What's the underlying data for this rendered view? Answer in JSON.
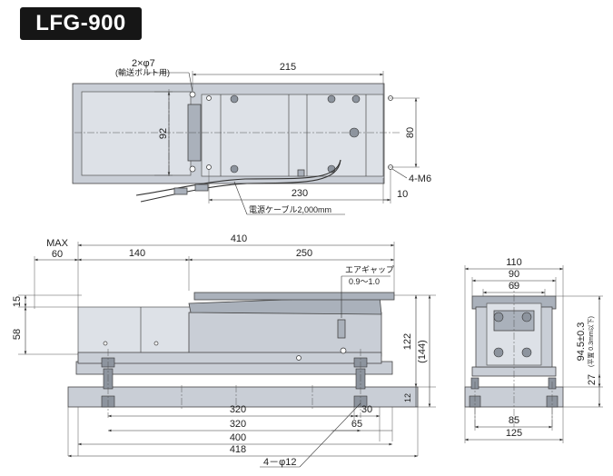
{
  "title": "LFG-900",
  "top_view": {
    "hole_label": "2×φ7",
    "hole_note": "(輸送ボルト用)",
    "dim_width": "215",
    "dim_height": "92",
    "dim_right": "80",
    "thread_label": "4-M6",
    "dim_bottom": "230",
    "dim_offset": "10",
    "cable_label": "電源ケーブル2,000mm"
  },
  "front_view": {
    "max_label": "MAX",
    "dim_60": "60",
    "dim_140": "140",
    "dim_410": "410",
    "dim_250": "250",
    "gap_label": "エアギャップ",
    "gap_range": "0.9～1.0",
    "dim_15": "15",
    "dim_58": "58",
    "dim_122": "122",
    "dim_144": "(144)",
    "dim_12": "12",
    "dim_320a": "320",
    "dim_30": "30",
    "dim_320b": "320",
    "dim_65": "65",
    "dim_400": "400",
    "dim_418": "418",
    "foot_label": "4－φ12"
  },
  "side_view": {
    "dim_110": "110",
    "dim_90": "90",
    "dim_69": "69",
    "dim_height": "94.5±0.3",
    "height_note": "(平置 0.3mm以下)",
    "dim_27": "27",
    "dim_85": "85",
    "dim_125": "125"
  }
}
